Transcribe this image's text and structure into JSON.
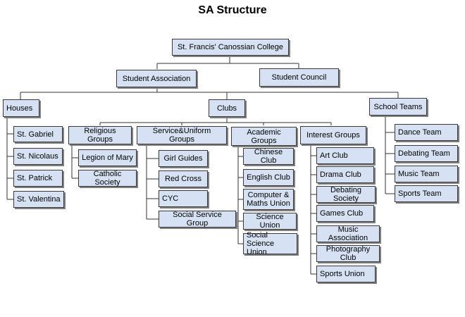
{
  "title": "SA Structure",
  "nodes": {
    "root": "St. Francis' Canossian College",
    "student_association": "Student Association",
    "student_council": "Student Council",
    "houses": "Houses",
    "clubs": "Clubs",
    "school_teams": "School Teams",
    "st_gabriel": "St. Gabriel",
    "st_nicolaus": "St. Nicolaus",
    "st_patrick": "St. Patrick",
    "st_valentina": "St. Valentina",
    "religious_groups": "Religious Groups",
    "legion_of_mary": "Legion of Mary",
    "catholic_society": "Catholic Society",
    "service_uniform_groups": "Service&Uniform Groups",
    "girl_guides": "Girl Guides",
    "red_cross": "Red Cross",
    "cyc": "CYC",
    "social_service_group": "Social Service Group",
    "academic_groups": "Academic Groups",
    "chinese_club": "Chinese Club",
    "english_club": "English Club",
    "computer_maths_union": "Computer & Maths Union",
    "science_union": "Science Union",
    "social_science_union": "Social Science Union",
    "interest_groups": "Interest Groups",
    "art_club": "Art Club",
    "drama_club": "Drama Club",
    "debating_society": "Debating Society",
    "games_club": "Games Club",
    "music_association": "Music Association",
    "photography_club": "Photography Club",
    "sports_union": "Sports Union",
    "dance_team": "Dance Team",
    "debating_team": "Debating Team",
    "music_team": "Music Team",
    "sports_team": "Sports Team"
  }
}
